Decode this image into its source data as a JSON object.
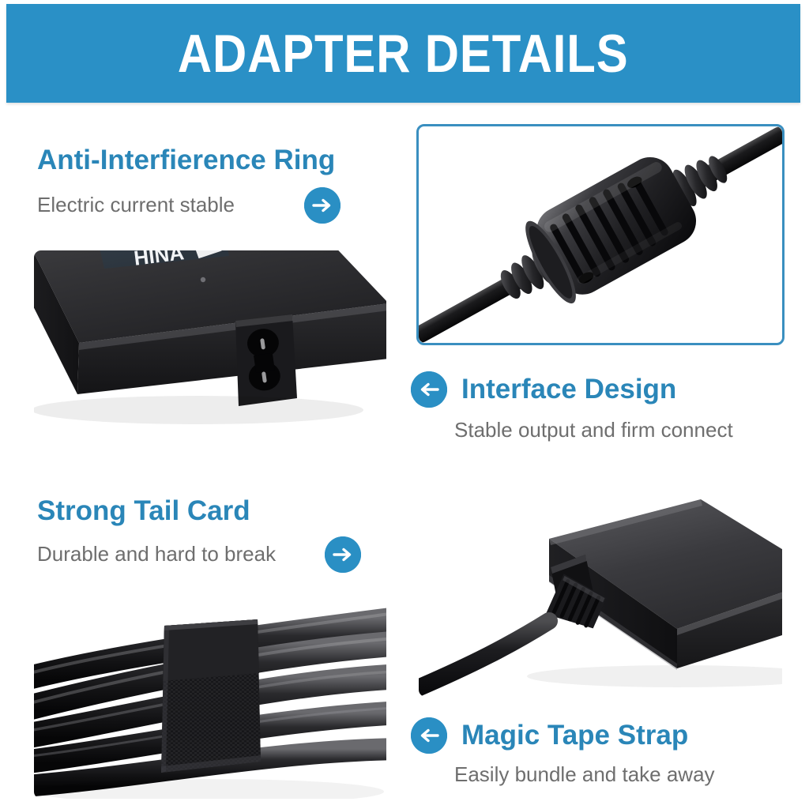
{
  "header": {
    "title": "ADAPTER DETAILS",
    "background_color": "#2a90c6",
    "text_color": "#ffffff"
  },
  "theme": {
    "accent_blue": "#2a8fc4",
    "heading_blue": "#2a86b8",
    "subtext_gray": "#6e6e6e",
    "frame_border_blue": "#3a8fc0",
    "page_background": "#ffffff"
  },
  "features": [
    {
      "id": "anti-interference-ring",
      "heading": "Anti-Interfierence Ring",
      "subtext": "Electric current stable",
      "arrow_icon": "arrow-right-circle-icon",
      "arrow_direction": "right",
      "text_side": "left",
      "photo": {
        "name": "ferrite-ring-photo",
        "alt": "Black ferrite anti-interference ring clamped on a power cable"
      }
    },
    {
      "id": "interface-design",
      "heading": "Interface Design",
      "subtext": "Stable output and firm connect",
      "arrow_icon": "arrow-left-circle-icon",
      "arrow_direction": "left",
      "text_side": "right",
      "photo": {
        "name": "adapter-socket-photo",
        "alt": "Black power adapter brick corner with figure-8 C8 socket",
        "label_text": "HINA"
      }
    },
    {
      "id": "strong-tail-card",
      "heading": "Strong Tail Card",
      "subtext": "Durable and hard to break",
      "arrow_icon": "arrow-right-circle-icon",
      "arrow_direction": "right",
      "text_side": "left",
      "photo": {
        "name": "tail-card-photo",
        "alt": "Adapter brick with reinforced strain relief where the cable enters"
      }
    },
    {
      "id": "magic-tape-strap",
      "heading": "Magic Tape Strap",
      "subtext": "Easily bundle and take away",
      "arrow_icon": "arrow-left-circle-icon",
      "arrow_direction": "left",
      "text_side": "right",
      "photo": {
        "name": "velcro-strap-photo",
        "alt": "Black cables bundled together with a velcro hook and loop strap"
      }
    }
  ]
}
